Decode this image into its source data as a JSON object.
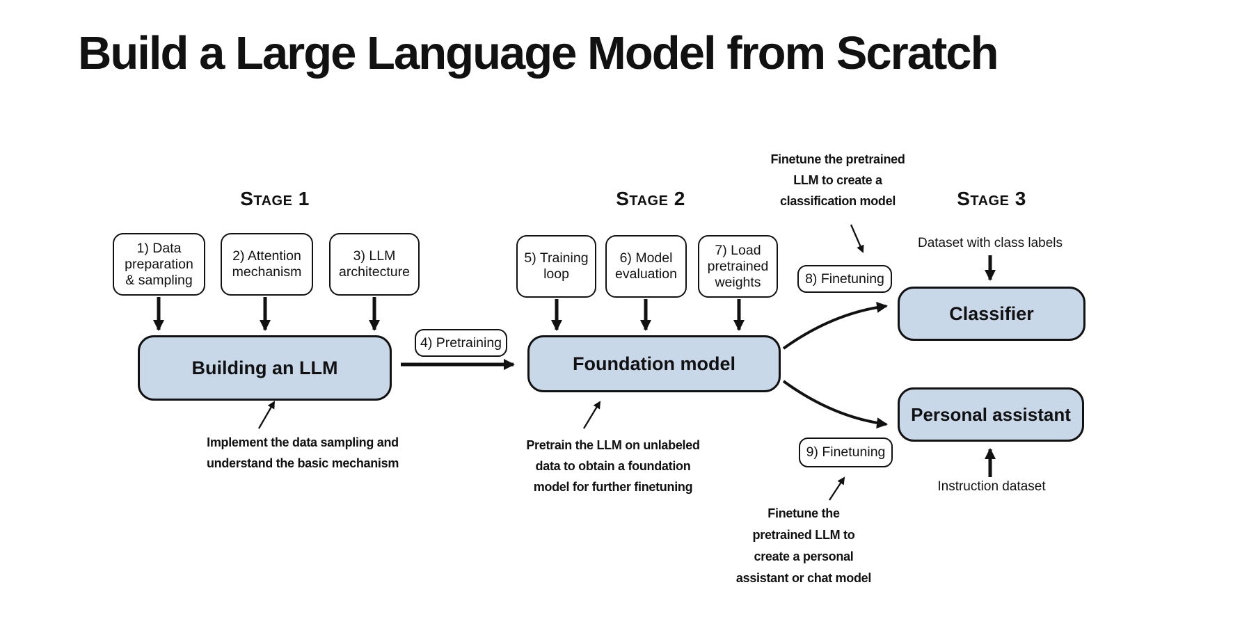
{
  "title": "Build a Large Language Model from Scratch",
  "colors": {
    "box_fill": "#c9d8e9",
    "box_border": "#111111",
    "text": "#111111",
    "background": "#ffffff"
  },
  "stages": [
    {
      "label": "Stage 1"
    },
    {
      "label": "Stage 2"
    },
    {
      "label": "Stage 3"
    }
  ],
  "steps": {
    "step1": {
      "lines": [
        "1) Data",
        "preparation",
        "& sampling"
      ]
    },
    "step2": {
      "lines": [
        "2) Attention",
        "mechanism"
      ]
    },
    "step3": {
      "lines": [
        "3) LLM",
        "architecture"
      ]
    },
    "step4": {
      "lines": [
        "4) Pretraining"
      ]
    },
    "step5": {
      "lines": [
        "5) Training",
        "loop"
      ]
    },
    "step6": {
      "lines": [
        "6) Model",
        "evaluation"
      ]
    },
    "step7": {
      "lines": [
        "7) Load",
        "pretrained",
        "weights"
      ]
    },
    "step8": {
      "lines": [
        "8) Finetuning"
      ]
    },
    "step9": {
      "lines": [
        "9) Finetuning"
      ]
    }
  },
  "main_boxes": {
    "building": {
      "label": "Building an LLM"
    },
    "foundation": {
      "label": "Foundation model"
    },
    "classifier": {
      "label": "Classifier"
    },
    "personal": {
      "label": "Personal assistant"
    }
  },
  "io_labels": {
    "dataset_with_class_labels": "Dataset with class labels",
    "instruction_dataset": "Instruction dataset"
  },
  "annotations": {
    "building": {
      "lines": [
        "Implement the data sampling and",
        "understand the basic mechanism"
      ]
    },
    "foundation": {
      "lines": [
        "Pretrain the LLM on unlabeled",
        "data to obtain a foundation",
        "model for further finetuning"
      ]
    },
    "classification": {
      "lines": [
        "Finetune the pretrained",
        "LLM to create a",
        "classification model"
      ]
    },
    "personal": {
      "lines": [
        "Finetune the",
        "pretrained LLM to",
        "create a personal",
        "assistant or chat model"
      ]
    }
  }
}
